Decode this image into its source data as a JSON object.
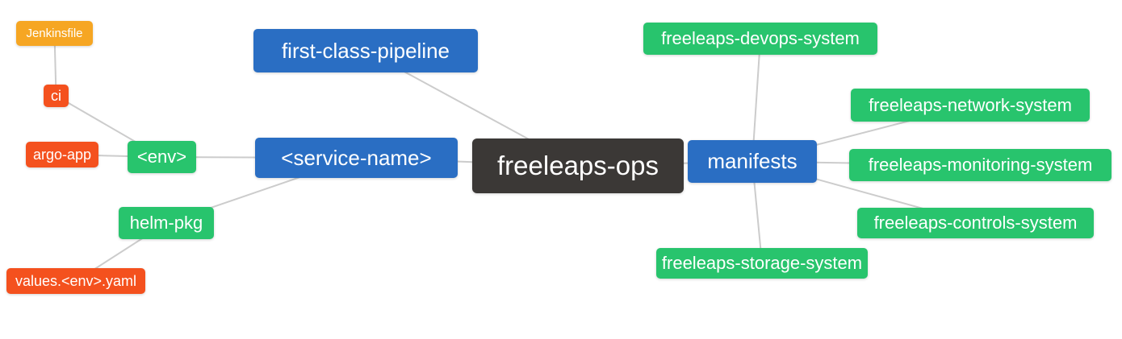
{
  "diagram": {
    "type": "mindmap",
    "root_label": "freeleaps-ops"
  },
  "palette": {
    "root": "#3b3836",
    "level1_blue": "#2a6ec3",
    "level2_green": "#28c46d",
    "level3_red": "#f4511e",
    "level4_amber": "#f6a623",
    "edge": "#cccccc",
    "node_text": "#ffffff",
    "background": "#ffffff"
  },
  "nodes": [
    {
      "id": "freeleaps-ops",
      "label": "freeleaps-ops",
      "level": 0,
      "color": "#3b3836"
    },
    {
      "id": "first-class-pipeline",
      "label": "first-class-pipeline",
      "level": 1,
      "color": "#2a6ec3"
    },
    {
      "id": "service-name",
      "label": "<service-name>",
      "level": 1,
      "color": "#2a6ec3"
    },
    {
      "id": "manifests",
      "label": "manifests",
      "level": 1,
      "color": "#2a6ec3"
    },
    {
      "id": "env",
      "label": "<env>",
      "level": 2,
      "color": "#28c46d"
    },
    {
      "id": "helm-pkg",
      "label": "helm-pkg",
      "level": 2,
      "color": "#28c46d"
    },
    {
      "id": "ci",
      "label": "ci",
      "level": 3,
      "color": "#f4511e"
    },
    {
      "id": "argo-app",
      "label": "argo-app",
      "level": 3,
      "color": "#f4511e"
    },
    {
      "id": "values-env-yaml",
      "label": "values.<env>.yaml",
      "level": 3,
      "color": "#f4511e"
    },
    {
      "id": "jenkinsfile",
      "label": "Jenkinsfile",
      "level": 4,
      "color": "#f6a623"
    },
    {
      "id": "freeleaps-devops-system",
      "label": "freeleaps-devops-system",
      "level": 2,
      "color": "#28c46d"
    },
    {
      "id": "freeleaps-network-system",
      "label": "freeleaps-network-system",
      "level": 2,
      "color": "#28c46d"
    },
    {
      "id": "freeleaps-monitoring-system",
      "label": "freeleaps-monitoring-system",
      "level": 2,
      "color": "#28c46d"
    },
    {
      "id": "freeleaps-controls-system",
      "label": "freeleaps-controls-system",
      "level": 2,
      "color": "#28c46d"
    },
    {
      "id": "freeleaps-storage-system",
      "label": "freeleaps-storage-system",
      "level": 2,
      "color": "#28c46d"
    }
  ],
  "edges": [
    [
      "jenkinsfile",
      "ci"
    ],
    [
      "ci",
      "env"
    ],
    [
      "argo-app",
      "env"
    ],
    [
      "env",
      "service-name"
    ],
    [
      "values-env-yaml",
      "helm-pkg"
    ],
    [
      "helm-pkg",
      "service-name"
    ],
    [
      "first-class-pipeline",
      "freeleaps-ops"
    ],
    [
      "service-name",
      "freeleaps-ops"
    ],
    [
      "freeleaps-ops",
      "manifests"
    ],
    [
      "manifests",
      "freeleaps-devops-system"
    ],
    [
      "manifests",
      "freeleaps-network-system"
    ],
    [
      "manifests",
      "freeleaps-monitoring-system"
    ],
    [
      "manifests",
      "freeleaps-controls-system"
    ],
    [
      "manifests",
      "freeleaps-storage-system"
    ]
  ],
  "hierarchy": {
    "label": "freeleaps-ops",
    "children": [
      {
        "label": "first-class-pipeline",
        "children": []
      },
      {
        "label": "<service-name>",
        "children": [
          {
            "label": "<env>",
            "children": [
              {
                "label": "ci",
                "children": [
                  {
                    "label": "Jenkinsfile",
                    "children": []
                  }
                ]
              },
              {
                "label": "argo-app",
                "children": []
              }
            ]
          },
          {
            "label": "helm-pkg",
            "children": [
              {
                "label": "values.<env>.yaml",
                "children": []
              }
            ]
          }
        ]
      },
      {
        "label": "manifests",
        "children": [
          {
            "label": "freeleaps-devops-system",
            "children": []
          },
          {
            "label": "freeleaps-network-system",
            "children": []
          },
          {
            "label": "freeleaps-monitoring-system",
            "children": []
          },
          {
            "label": "freeleaps-controls-system",
            "children": []
          },
          {
            "label": "freeleaps-storage-system",
            "children": []
          }
        ]
      }
    ]
  }
}
